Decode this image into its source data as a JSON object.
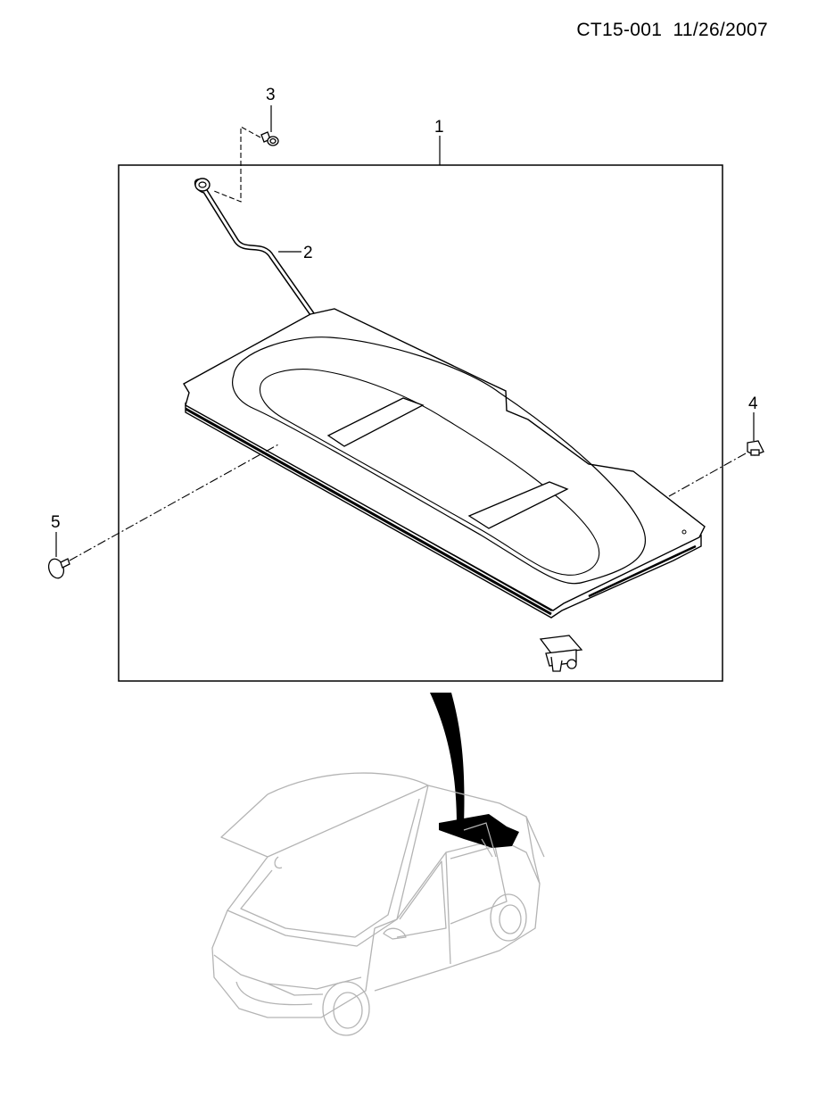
{
  "header": {
    "doc_code": "CT15-001",
    "date": "11/26/2007",
    "text": "CT15-001  11/26/2007"
  },
  "callouts": [
    {
      "id": "1",
      "label": "1"
    },
    {
      "id": "2",
      "label": "2"
    },
    {
      "id": "3",
      "label": "3"
    },
    {
      "id": "4",
      "label": "4"
    },
    {
      "id": "5",
      "label": "5"
    }
  ],
  "colors": {
    "line": "#000000",
    "car_outline": "#b4b4b4",
    "highlight": "#000000",
    "background": "#ffffff"
  }
}
